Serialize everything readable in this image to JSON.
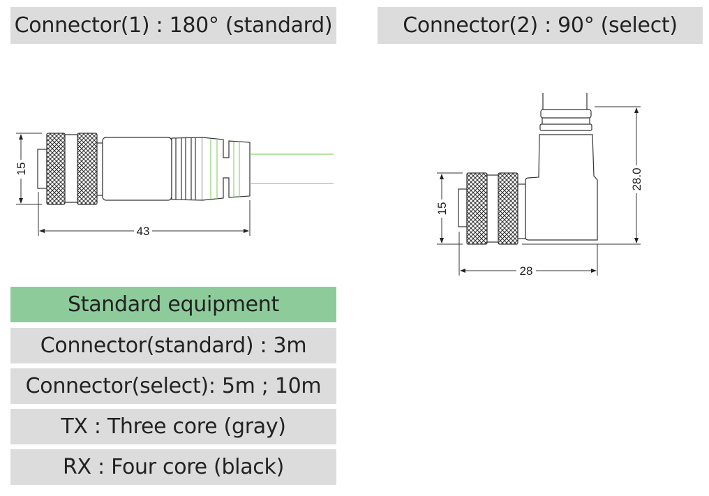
{
  "connector1": {
    "title": "Connector(1) : 180° (standard)",
    "dim_height": "15",
    "dim_length": "43"
  },
  "connector2": {
    "title": "Connector(2) : 90° (select)",
    "dim_height": "15",
    "dim_total_height": "28.0",
    "dim_length": "28"
  },
  "equipment": {
    "title": "Standard equipment",
    "rows": [
      "Connector(standard) : 3m",
      "Connector(select): 5m ; 10m",
      "TX : Three core (gray)",
      "RX : Four core (black)"
    ]
  },
  "colors": {
    "header_bg": "#dcdcdc",
    "accent_green": "#8dcb9b",
    "cable_green": "#8cd46a"
  }
}
